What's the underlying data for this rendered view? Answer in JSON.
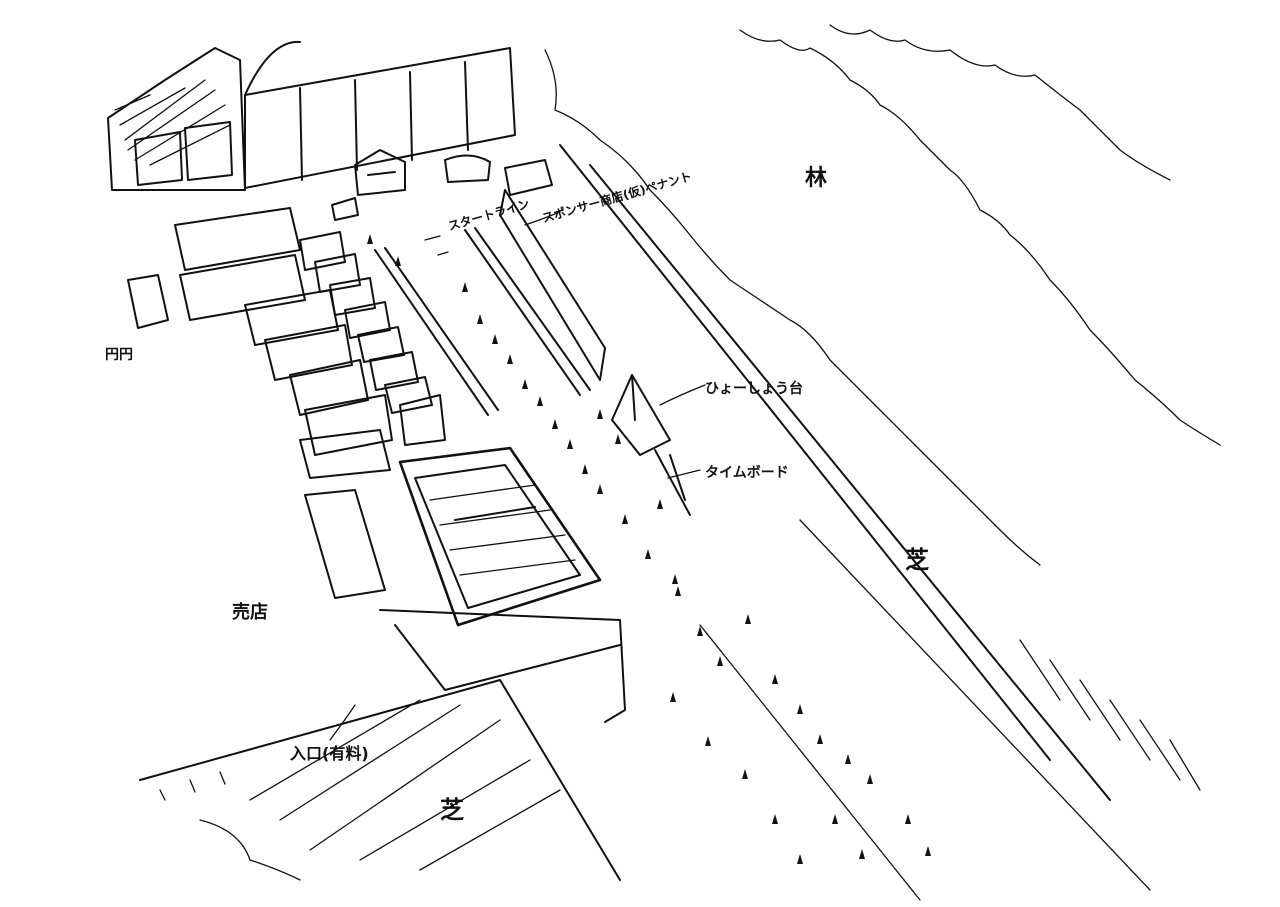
{
  "labels": {
    "forest": "林",
    "grass_right": "芝",
    "grass_bottom": "芝",
    "shop": "売店",
    "fee": "円円",
    "starting_line": "スタートライン",
    "sponsor_shop": "スポンサー商店(仮)ペナント",
    "podium": "ひょーしょう台",
    "timeboard": "タイムボード",
    "entrance": "入口(有料)"
  }
}
